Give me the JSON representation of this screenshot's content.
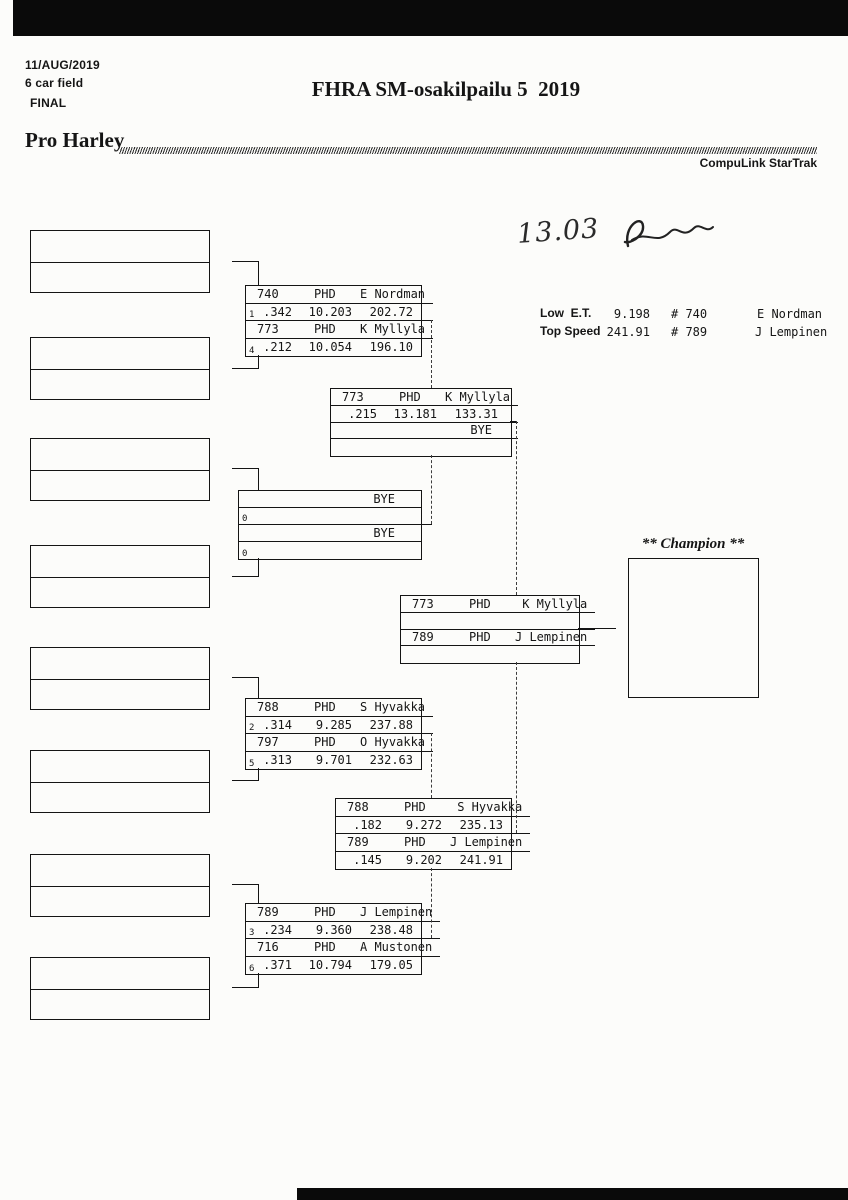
{
  "page": {
    "date": "11/AUG/2019",
    "field_size": "6 car field",
    "round_label": "FINAL",
    "title": "FHRA SM-osakilpailu 5  2019",
    "class_name": "Pro Harley",
    "timing_system": "CompuLink StarTrak",
    "handwritten_time": "13.03",
    "champion_label": "** Champion **"
  },
  "stats": {
    "low_et": {
      "label": "Low  E.T.",
      "value": "9.198",
      "car": "# 740",
      "driver": "E Nordman"
    },
    "top_speed": {
      "label": "Top Speed",
      "value": "241.91",
      "car": "# 789",
      "driver": "J Lempinen"
    }
  },
  "boxes": {
    "quarter1": {
      "top": {
        "car": "740",
        "cls": "PHD",
        "driver": "E Nordman",
        "seed": "1",
        "rt": ".342",
        "et": "10.203",
        "speed": "202.72"
      },
      "bottom": {
        "car": "773",
        "cls": "PHD",
        "driver": "K Myllyla",
        "seed": "4",
        "rt": ".212",
        "et": "10.054",
        "speed": "196.10"
      }
    },
    "semi1": {
      "top": {
        "car": "773",
        "cls": "PHD",
        "driver": "K Myllyla",
        "rt": ".215",
        "et": "13.181",
        "speed": "133.31"
      },
      "bottom": {
        "bye": "BYE"
      }
    },
    "bye_pair": {
      "top": {
        "bye": "BYE",
        "seed": "0"
      },
      "bottom": {
        "bye": "BYE",
        "seed": "0"
      }
    },
    "final": {
      "top": {
        "car": "773",
        "cls": "PHD",
        "driver": "K Myllyla"
      },
      "bottom": {
        "car": "789",
        "cls": "PHD",
        "driver": "J Lempinen"
      }
    },
    "quarter2": {
      "top": {
        "car": "788",
        "cls": "PHD",
        "driver": "S Hyvakka",
        "seed": "2",
        "rt": ".314",
        "et": "9.285",
        "speed": "237.88"
      },
      "bottom": {
        "car": "797",
        "cls": "PHD",
        "driver": "O Hyvakka",
        "seed": "5",
        "rt": ".313",
        "et": "9.701",
        "speed": "232.63"
      }
    },
    "semi2": {
      "top": {
        "car": "788",
        "cls": "PHD",
        "driver": "S Hyvakka",
        "rt": ".182",
        "et": "9.272",
        "speed": "235.13"
      },
      "bottom": {
        "car": "789",
        "cls": "PHD",
        "driver": "J Lempinen",
        "rt": ".145",
        "et": "9.202",
        "speed": "241.91"
      }
    },
    "quarter3": {
      "top": {
        "car": "789",
        "cls": "PHD",
        "driver": "J Lempinen",
        "seed": "3",
        "rt": ".234",
        "et": "9.360",
        "speed": "238.48"
      },
      "bottom": {
        "car": "716",
        "cls": "PHD",
        "driver": "A Mustonen",
        "seed": "6",
        "rt": ".371",
        "et": "10.794",
        "speed": "179.05"
      }
    }
  }
}
